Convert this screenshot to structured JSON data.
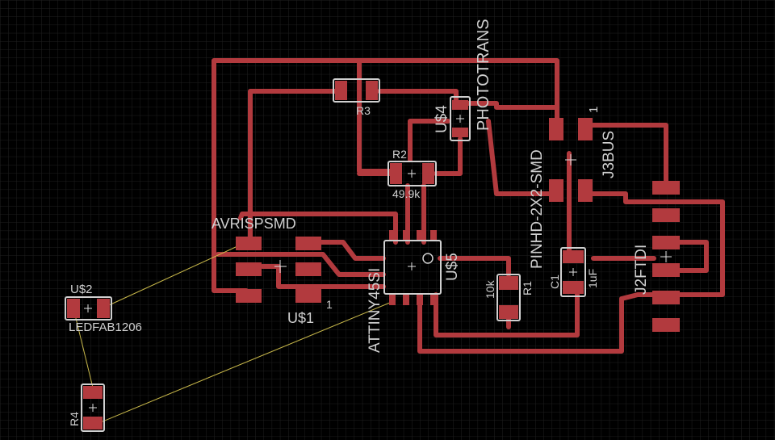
{
  "labels": {
    "phototrans": "PHOTOTRANS",
    "us4": "U$4",
    "r3": "R3",
    "r2": "R2",
    "r2_value": "49.9k",
    "avrispsmd": "AVRISPSMD",
    "us1": "U$1",
    "us1_pin": "1",
    "attiny": "ATTINY45SI",
    "us5": "U$5",
    "r1": "R1",
    "r1_value": "10k",
    "c1": "C1",
    "c1_value": "1uF",
    "pinhd": "PINHD-2X2-SMD",
    "j3bus": "J3BUS",
    "j3bus_pin": "1",
    "j2ftdi": "J2FTDI",
    "us2": "U$2",
    "ledfab": "LEDFAB1206",
    "r4": "R4"
  },
  "colors": {
    "background": "#000000",
    "grid": "#2a2a2a",
    "copper": "#b23a3e",
    "ratsnest": "#c8b84a",
    "silkscreen": "#d0d0d0"
  }
}
